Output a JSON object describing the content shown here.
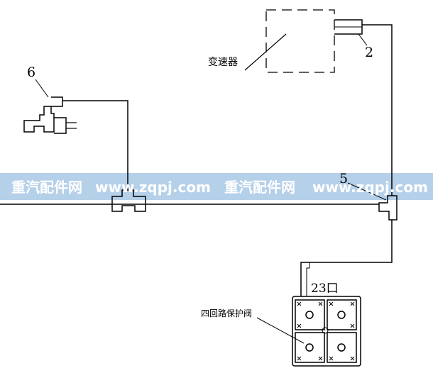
{
  "labels": {
    "part_2": "2",
    "part_5": "5",
    "part_6": "6",
    "transmission": "变速器",
    "port_23": "23口",
    "protection_valve": "四回路保护阀"
  },
  "watermark": {
    "text_1": "重汽配件网",
    "url_1": "www.zqpj.com",
    "text_2": "重汽配件网",
    "url_2": "www.zqpj.com"
  },
  "colors": {
    "line": "#000000",
    "watermark_band": "#78aad7",
    "watermark_text": "#ffffff"
  }
}
